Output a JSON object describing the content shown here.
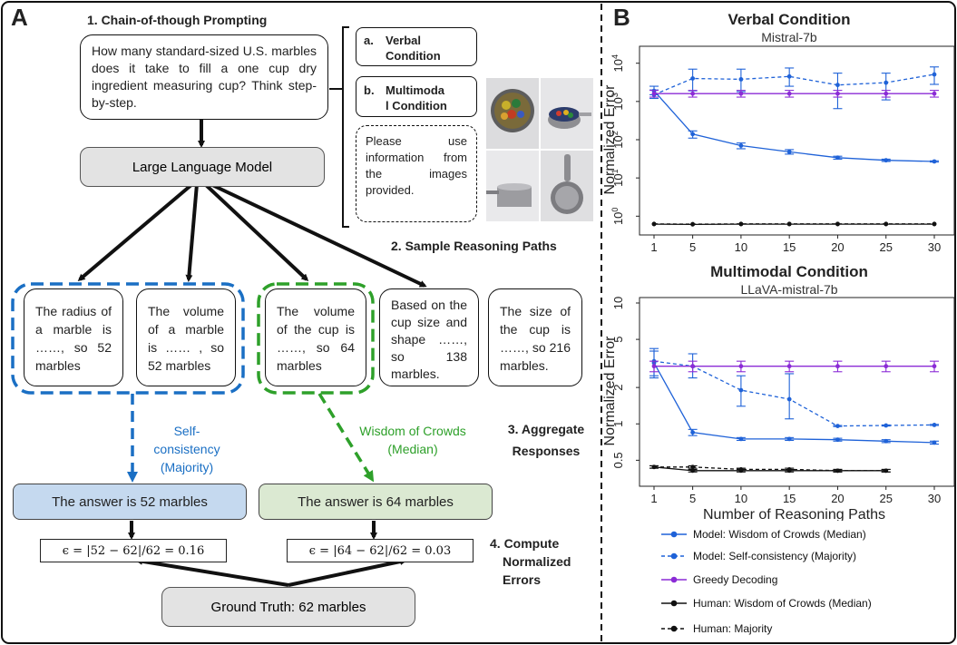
{
  "panel_a": {
    "letter": "A",
    "step1": "1. Chain-of-though Prompting",
    "question": "How many standard-sized U.S. marbles does it take to fill a one cup dry ingredient measuring cup? Think step-by-step.",
    "llm": "Large Language Model",
    "cond_a_prefix": "a.",
    "cond_a": "Verbal Condition",
    "cond_b_prefix": "b.",
    "cond_b_line1": "Multimoda",
    "cond_b_line2": "l Condition",
    "image_instruction": "Please use information from the images provided.",
    "step2": "2. Sample Reasoning Paths",
    "paths": [
      "The radius of a marble is ……, so 52 marbles",
      "The volume of a marble is …… , so 52 marbles",
      "The volume of the cup is ……, so 64 marbles",
      "Based on the cup size and shape ……, so 138 marbles.",
      "The size of the cup is ……, so 216 marbles."
    ],
    "sc_line1": "Self-consistency",
    "sc_line2": "(Majority)",
    "woc_line1": "Wisdom of Crowds",
    "woc_line2": "(Median)",
    "step3_line1": "3. Aggregate",
    "step3_line2": "Responses",
    "answer_sc": "The answer is 52 marbles",
    "answer_woc": "The answer is 64 marbles",
    "error_sc": "ϵ = |52 − 62|/62 = 0.16",
    "error_woc": "ϵ = |64 − 62|/62 = 0.03",
    "step4_line1": "4. Compute",
    "step4_line2": "Normalized",
    "step4_line3": "Errors",
    "ground_truth": "Ground Truth: 62 marbles"
  },
  "panel_b": {
    "letter": "B",
    "legend": [
      "Model: Wisdom of Crowds (Median)",
      "Model: Self-consistency (Majority)",
      "Greedy Decoding",
      "Human: Wisdom of Crowds (Median)",
      "Human: Majority"
    ]
  },
  "colors": {
    "blue": "#1f62d8",
    "purple": "#8b2bd6",
    "black": "#111111",
    "sc_blue": "#1a6fc4",
    "woc_green": "#2ea02a",
    "answer_blue_bg": "#c5d9ef",
    "answer_green_bg": "#dbe9d2"
  },
  "chart_data": [
    {
      "type": "line",
      "title": "Verbal Condition",
      "subtitle": "Mistral-7b",
      "xlabel": "",
      "ylabel": "Normalized Error",
      "y_scale": "log",
      "ylim": [
        0.5,
        20000
      ],
      "x_ticks": [
        1,
        5,
        10,
        15,
        20,
        25,
        30
      ],
      "y_tick_labels": [
        "10^0",
        "10^1",
        "10^2",
        "10^3",
        "10^4"
      ],
      "series": [
        {
          "name": "Model: Wisdom of Crowds (Median)",
          "color": "#1f62d8",
          "dash": "solid",
          "x": [
            1,
            5,
            10,
            15,
            20,
            25,
            30
          ],
          "y": [
            1900,
            140,
            70,
            48,
            34,
            29,
            27
          ],
          "err_low": [
            1500,
            110,
            58,
            42,
            31,
            27,
            26
          ],
          "err_high": [
            2500,
            170,
            82,
            55,
            37,
            31,
            28
          ]
        },
        {
          "name": "Model: Self-consistency (Majority)",
          "color": "#1f62d8",
          "dash": "dashed",
          "x": [
            1,
            5,
            10,
            15,
            20,
            25,
            30
          ],
          "y": [
            1500,
            4000,
            3800,
            4500,
            2700,
            3100,
            5100
          ],
          "err_low": [
            1200,
            1900,
            1800,
            2500,
            650,
            1100,
            2800
          ],
          "err_high": [
            2000,
            7000,
            7000,
            7500,
            5500,
            5500,
            8000
          ]
        },
        {
          "name": "Greedy Decoding",
          "color": "#8b2bd6",
          "dash": "solid",
          "x": [
            1,
            5,
            10,
            15,
            20,
            25,
            30
          ],
          "y": [
            1600,
            1600,
            1600,
            1600,
            1600,
            1600,
            1600
          ],
          "err_low": [
            1300,
            1300,
            1300,
            1300,
            1300,
            1300,
            1300
          ],
          "err_high": [
            1950,
            1950,
            1950,
            1950,
            1950,
            1950,
            1950
          ]
        },
        {
          "name": "Human: Wisdom of Crowds (Median)",
          "color": "#111111",
          "dash": "solid",
          "x": [
            1,
            5,
            10,
            15,
            20,
            25,
            30
          ],
          "y": [
            0.62,
            0.61,
            0.62,
            0.62,
            0.62,
            0.62,
            0.62
          ]
        },
        {
          "name": "Human: Majority",
          "color": "#111111",
          "dash": "dashed",
          "x": [
            1,
            5,
            10,
            15,
            20,
            25,
            30
          ],
          "y": [
            0.63,
            0.62,
            0.63,
            0.63,
            0.63,
            0.63,
            0.63
          ]
        }
      ]
    },
    {
      "type": "line",
      "title": "Multimodal Condition",
      "subtitle": "LLaVA-mistral-7b",
      "xlabel": "Number of Reasoning Paths",
      "ylabel": "Normalized Error",
      "y_scale": "log",
      "ylim": [
        0.35,
        10
      ],
      "x_ticks": [
        1,
        5,
        10,
        15,
        20,
        25,
        30
      ],
      "y_tick_labels": [
        "0.5",
        "1",
        "2",
        "5",
        "10"
      ],
      "series": [
        {
          "name": "Model: Wisdom of Crowds (Median)",
          "color": "#1f62d8",
          "dash": "solid",
          "x": [
            1,
            5,
            10,
            15,
            20,
            25,
            30
          ],
          "y": [
            3.2,
            0.85,
            0.75,
            0.75,
            0.74,
            0.72,
            0.7
          ],
          "err_low": [
            2.5,
            0.8,
            0.73,
            0.73,
            0.72,
            0.7,
            0.68
          ],
          "err_high": [
            4.0,
            0.9,
            0.77,
            0.77,
            0.76,
            0.74,
            0.72
          ]
        },
        {
          "name": "Model: Self-consistency (Majority)",
          "color": "#1f62d8",
          "dash": "dashed",
          "x": [
            1,
            5,
            10,
            15,
            20,
            25,
            30
          ],
          "y": [
            3.3,
            3.0,
            1.9,
            1.6,
            0.96,
            0.97,
            0.98
          ],
          "err_low": [
            2.4,
            2.4,
            1.4,
            1.1,
            0.95,
            0.96,
            0.97
          ],
          "err_high": [
            4.2,
            3.8,
            2.5,
            2.6,
            0.97,
            0.98,
            0.99
          ]
        },
        {
          "name": "Greedy Decoding",
          "color": "#8b2bd6",
          "dash": "solid",
          "x": [
            1,
            5,
            10,
            15,
            20,
            25,
            30
          ],
          "y": [
            3.0,
            3.0,
            3.0,
            3.0,
            3.0,
            3.0,
            3.0
          ],
          "err_low": [
            2.7,
            2.7,
            2.7,
            2.7,
            2.7,
            2.7,
            2.7
          ],
          "err_high": [
            3.3,
            3.3,
            3.3,
            3.3,
            3.3,
            3.3,
            3.3
          ]
        },
        {
          "name": "Human: Wisdom of Crowds (Median)",
          "color": "#111111",
          "dash": "solid",
          "x": [
            1,
            5,
            10,
            15,
            20,
            25
          ],
          "y": [
            0.44,
            0.41,
            0.41,
            0.41,
            0.41,
            0.41
          ],
          "err_low": [
            0.43,
            0.4,
            0.4,
            0.4,
            0.4,
            0.4
          ],
          "err_high": [
            0.45,
            0.42,
            0.42,
            0.42,
            0.42,
            0.42
          ]
        },
        {
          "name": "Human: Majority",
          "color": "#111111",
          "dash": "dashed",
          "x": [
            1,
            5,
            10,
            15,
            20,
            25
          ],
          "y": [
            0.44,
            0.44,
            0.42,
            0.42,
            0.41,
            0.41
          ],
          "err_low": [
            0.43,
            0.43,
            0.41,
            0.41,
            0.4,
            0.4
          ],
          "err_high": [
            0.45,
            0.45,
            0.43,
            0.43,
            0.42,
            0.42
          ]
        }
      ]
    }
  ]
}
